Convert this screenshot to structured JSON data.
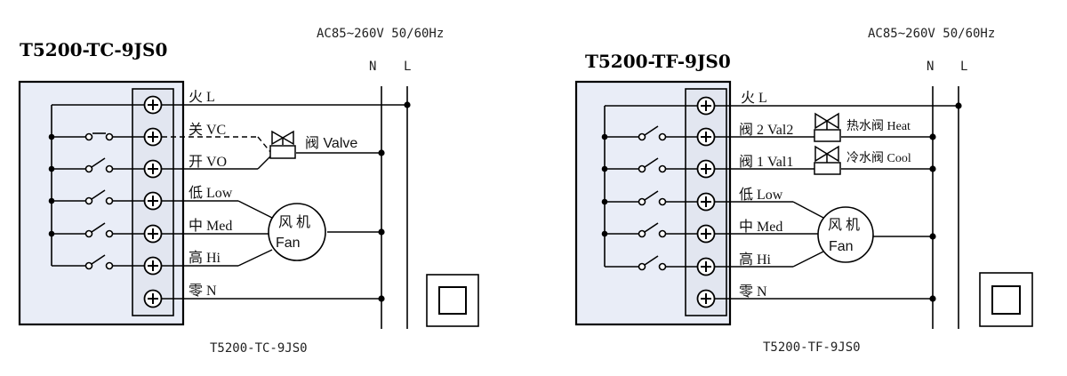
{
  "left": {
    "title": "T5200-TC-9JS0",
    "supply": "AC85~260V 50/60Hz",
    "n": "N",
    "l": "L",
    "labels": [
      "火 L",
      "关 VC",
      "开 VO",
      "低 Low",
      "中 Med",
      "高 Hi",
      "零 N"
    ],
    "valve": "阀  Valve",
    "fan_cn": "风 机",
    "fan_en": "Fan",
    "caption": "T5200-TC-9JS0"
  },
  "right": {
    "title": "T5200-TF-9JS0",
    "supply": "AC85~260V 50/60Hz",
    "n": "N",
    "l": "L",
    "labels": [
      "火 L",
      "阀 2 Val2",
      "阀 1 Val1",
      "低 Low",
      "中 Med",
      "高 Hi",
      "零 N"
    ],
    "valve_heat": "热水阀 Heat",
    "valve_cool": "冷水阀 Cool",
    "fan_cn": "风 机",
    "fan_en": "Fan",
    "caption": "T5200-TF-9JS0"
  }
}
